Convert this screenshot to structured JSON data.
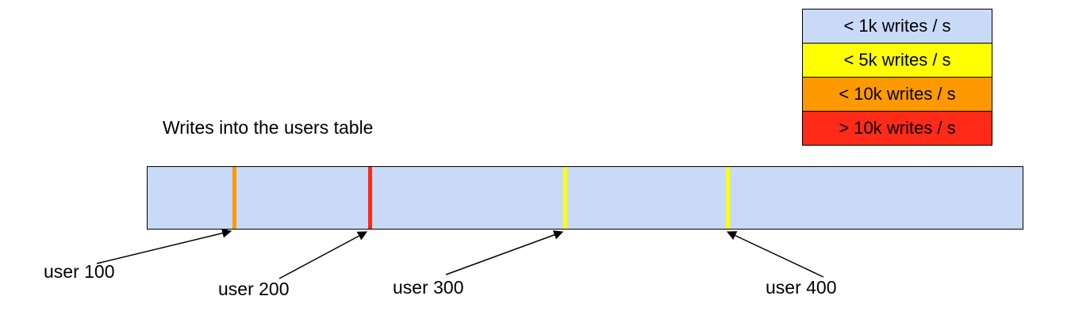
{
  "title": "Writes into the users table",
  "legend": {
    "items": [
      {
        "label": "< 1k writes / s",
        "color": "#c9daf8"
      },
      {
        "label": "< 5k writes / s",
        "color": "#ffff00"
      },
      {
        "label": "< 10k writes / s",
        "color": "#ff9900"
      },
      {
        "label": "> 10k writes / s",
        "color": "#ff2a17"
      }
    ]
  },
  "bar": {
    "color": "#c9daf8"
  },
  "markers": [
    {
      "label": "user 100",
      "color": "#ff9900",
      "rate_bucket": "< 10k writes / s"
    },
    {
      "label": "user 200",
      "color": "#ff2a17",
      "rate_bucket": "> 10k writes / s"
    },
    {
      "label": "user 300",
      "color": "#ffff00",
      "rate_bucket": "< 5k writes / s"
    },
    {
      "label": "user 400",
      "color": "#ffff00",
      "rate_bucket": "< 5k writes / s"
    }
  ]
}
